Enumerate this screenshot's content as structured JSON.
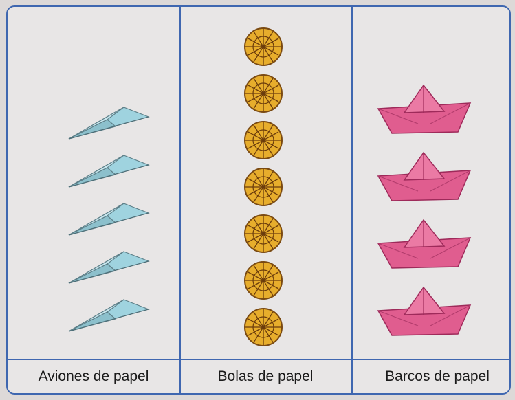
{
  "pictograph": {
    "columns": [
      {
        "label": "Aviones de papel",
        "icon": "paper-plane-icon",
        "count": 5,
        "color": "#9fd3df"
      },
      {
        "label": "Bolas de papel",
        "icon": "paper-ball-icon",
        "count": 7,
        "color": "#e7ad2c"
      },
      {
        "label": "Barcos de papel",
        "icon": "paper-boat-icon",
        "count": 4,
        "color": "#e05d8f"
      }
    ],
    "border_color": "#3f67b0"
  }
}
